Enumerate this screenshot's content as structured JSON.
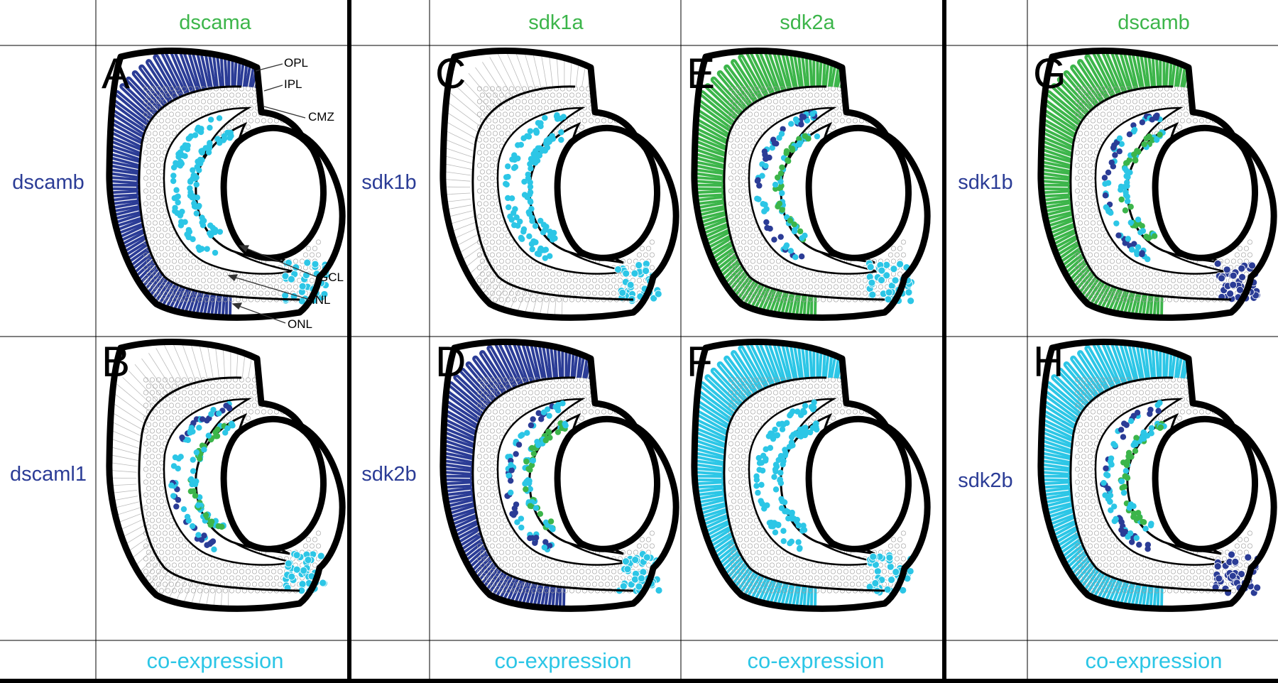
{
  "colors": {
    "green": "#3cb54a",
    "blue": "#2b3c96",
    "cyan": "#2cc6e6",
    "outline": "#000000"
  },
  "column_headers": [
    {
      "id": "dscama",
      "label": "dscama"
    },
    {
      "id": "sdk1a",
      "label": "sdk1a"
    },
    {
      "id": "sdk2a",
      "label": "sdk2a"
    },
    {
      "id": "dscamb",
      "label": "dscamb"
    }
  ],
  "row_labels": {
    "group1_row1": "dscamb",
    "group1_row2": "dscaml1",
    "group2_row1": "sdk1b",
    "group2_row2": "sdk2b",
    "group3_row1": "sdk1b",
    "group3_row2": "sdk2b"
  },
  "panels": [
    {
      "letter": "A",
      "outer": "blue",
      "inner": "none"
    },
    {
      "letter": "B",
      "outer": "white",
      "inner": "mixed"
    },
    {
      "letter": "C",
      "outer": "white",
      "inner": "cyan"
    },
    {
      "letter": "D",
      "outer": "blue",
      "inner": "mixed"
    },
    {
      "letter": "E",
      "outer": "green",
      "inner": "mixed"
    },
    {
      "letter": "F",
      "outer": "cyan",
      "inner": "cyan"
    },
    {
      "letter": "G",
      "outer": "green",
      "inner": "mixed"
    },
    {
      "letter": "H",
      "outer": "cyan",
      "inner": "mixed"
    }
  ],
  "layer_labels": [
    "OPL",
    "IPL",
    "CMZ",
    "GCL",
    "INL",
    "ONL"
  ],
  "footer_label": "co-expression"
}
